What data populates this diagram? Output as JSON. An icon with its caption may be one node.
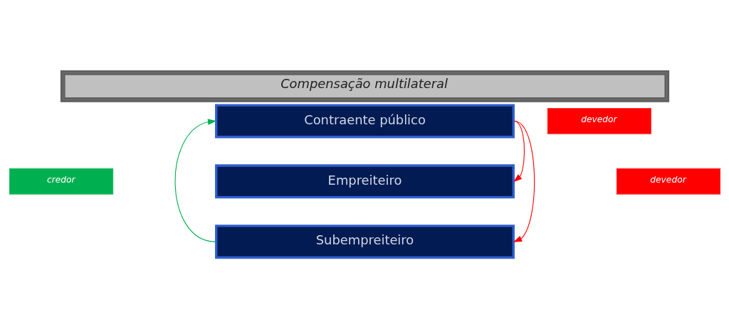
{
  "diagram": {
    "title": "Compensação multilateral",
    "nodes": [
      {
        "text": [
          "Contraente público"
        ]
      },
      {
        "text": [
          "devedor"
        ]
      },
      {
        "text": [
          "credor"
        ]
      },
      {
        "text": [
          "Empreiteiro"
        ]
      },
      {
        "text": [
          "devedor"
        ]
      },
      {
        "text": [
          "Subempreiteiro"
        ]
      }
    ],
    "edges": [
      {
        "from": 5,
        "to": 0,
        "arrow": "to",
        "color": "#00b050"
      },
      {
        "from": 0,
        "to": 3,
        "arrow": "to"
      },
      {
        "from": 0,
        "to": 5,
        "arrow": "to"
      }
    ]
  }
}
